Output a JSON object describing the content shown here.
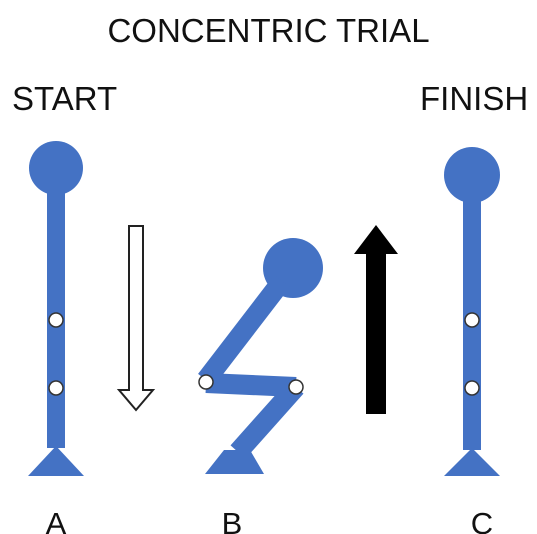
{
  "title": "CONCENTRIC TRIAL",
  "labels": {
    "start": "START",
    "finish": "FINISH"
  },
  "panels": [
    "A",
    "B",
    "C"
  ],
  "colors": {
    "figure": "#4472c4",
    "joint": "#ffffff",
    "arrow_down_fill": "#ffffff",
    "arrow_up_fill": "#000000",
    "text": "#111111"
  },
  "icons": {
    "down_arrow": "arrow-down-outline-icon",
    "up_arrow": "arrow-up-solid-icon"
  }
}
